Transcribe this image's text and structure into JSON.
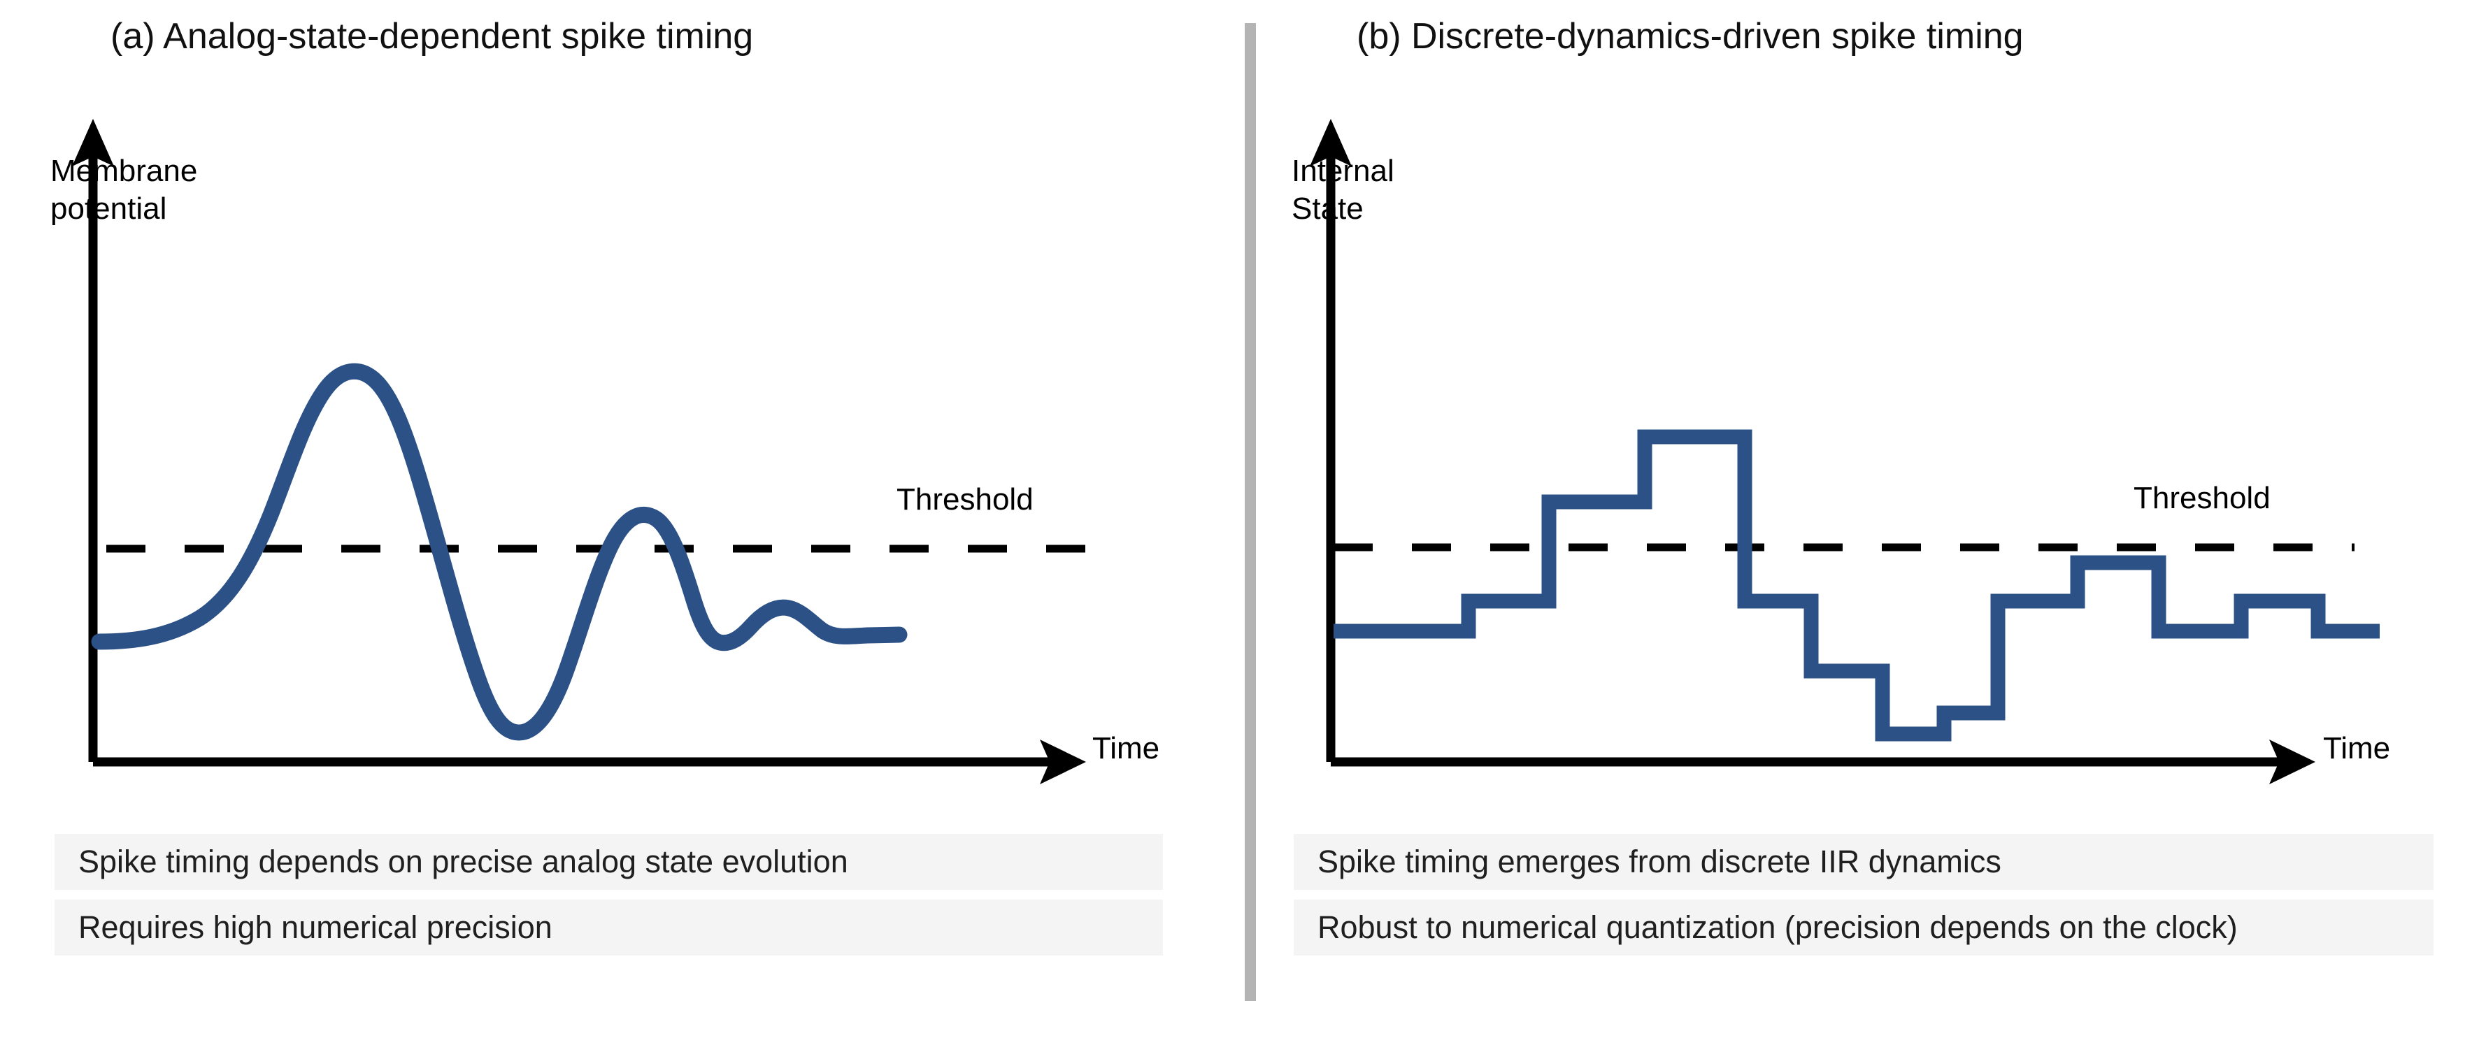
{
  "figure": {
    "background": "#ffffff",
    "trace_color": "#2b5187",
    "axis_color": "#000000",
    "caption_bg": "#f4f4f4",
    "divider_color": "#b4b4b4"
  },
  "panels": [
    {
      "key": "a",
      "title": "(a) Analog-state-dependent spike timing",
      "y_axis_label": "Membrane\npotential",
      "y_axis_label_line1": "Membrane",
      "y_axis_label_line2": "potential",
      "x_axis_label": "Time",
      "threshold_label": "Threshold",
      "captions": [
        "Spike timing depends on precise analog state evolution",
        "Requires high numerical precision"
      ]
    },
    {
      "key": "b",
      "title": "(b) Discrete-dynamics-driven spike timing",
      "y_axis_label": "Internal\nState",
      "y_axis_label_line1": "Internal",
      "y_axis_label_line2": "State",
      "x_axis_label": "Time",
      "threshold_label": "Threshold",
      "captions": [
        "Spike timing emerges from discrete IIR dynamics",
        "Robust to numerical quantization (precision depends on the clock)"
      ]
    }
  ],
  "chart_data": [
    {
      "type": "line",
      "panel": "a",
      "title": "(a) Analog-state-dependent spike timing",
      "xlabel": "Time",
      "ylabel": "Membrane potential",
      "grid": false,
      "legend": null,
      "xlim": [
        0,
        100
      ],
      "ylim": [
        0,
        100
      ],
      "threshold": 55,
      "threshold_label": "Threshold",
      "annotations": [
        "Threshold"
      ],
      "series": [
        {
          "name": "membrane potential",
          "color": "#2b5187",
          "x": [
            0,
            4,
            8,
            12,
            16,
            20,
            24,
            28,
            32,
            36,
            40,
            44,
            48,
            52,
            56,
            60,
            64,
            68,
            72,
            76,
            80,
            84,
            88,
            92,
            96,
            100
          ],
          "y": [
            31,
            31,
            32,
            34,
            38,
            44,
            54,
            66,
            79,
            88,
            91,
            88,
            78,
            62,
            43,
            27,
            19,
            18,
            25,
            38,
            50,
            57,
            54,
            44,
            36,
            33
          ]
        }
      ],
      "features": {
        "baseline": 31,
        "peak_1": {
          "x": 40,
          "y": 91
        },
        "trough_1": {
          "x": 67,
          "y": 18
        },
        "peak_2": {
          "x": 84,
          "y": 57
        },
        "trough_2": {
          "x": 93,
          "y": 34
        },
        "settle": 33,
        "threshold_crossings": [
          "rising near x=25",
          "falling near x=55",
          "rising near x=82",
          "falling near x=87"
        ]
      }
    },
    {
      "type": "line",
      "panel": "b",
      "title": "(b) Discrete-dynamics-driven spike timing",
      "xlabel": "Time",
      "ylabel": "Internal State",
      "grid": false,
      "legend": null,
      "xlim": [
        0,
        100
      ],
      "ylim": [
        0,
        100
      ],
      "threshold": 55,
      "threshold_label": "Threshold",
      "annotations": [
        "Threshold"
      ],
      "step_style": "post",
      "series": [
        {
          "name": "internal state",
          "color": "#2b5187",
          "steps": [
            {
              "index": 0,
              "x_start": 0,
              "x_end": 14,
              "value": 31
            },
            {
              "index": 1,
              "x_start": 14,
              "x_end": 22,
              "value": 44
            },
            {
              "index": 2,
              "x_start": 22,
              "x_end": 31,
              "value": 70
            },
            {
              "index": 3,
              "x_start": 31,
              "x_end": 41,
              "value": 87
            },
            {
              "index": 4,
              "x_start": 41,
              "x_end": 48,
              "value": 44
            },
            {
              "index": 5,
              "x_start": 48,
              "x_end": 55,
              "value": 25
            },
            {
              "index": 6,
              "x_start": 55,
              "x_end": 61,
              "value": 12
            },
            {
              "index": 7,
              "x_start": 61,
              "x_end": 65,
              "value": 19
            },
            {
              "index": 8,
              "x_start": 65,
              "x_end": 71,
              "value": 45
            },
            {
              "index": 9,
              "x_start": 71,
              "x_end": 79,
              "value": 58
            },
            {
              "index": 10,
              "x_start": 79,
              "x_end": 87,
              "value": 31
            },
            {
              "index": 11,
              "x_start": 87,
              "x_end": 94,
              "value": 38
            },
            {
              "index": 12,
              "x_start": 94,
              "x_end": 100,
              "value": 31
            }
          ]
        }
      ],
      "features": {
        "baseline": 31,
        "max_step": 87,
        "min_step": 12,
        "steps_above_threshold": [
          3,
          9
        ]
      }
    }
  ]
}
